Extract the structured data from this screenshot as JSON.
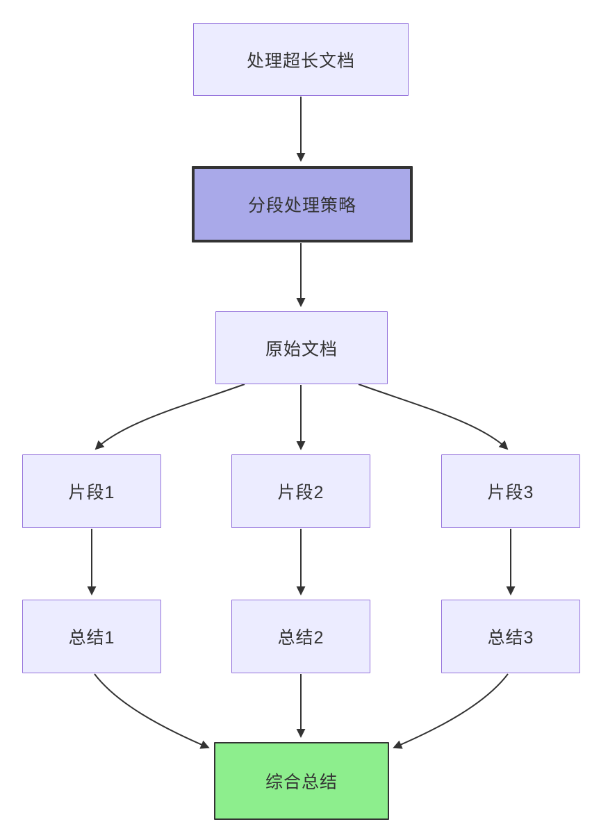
{
  "diagram": {
    "type": "flowchart",
    "direction": "top-down",
    "nodes": {
      "process_long_doc": {
        "label": "处理超长文档"
      },
      "strategy": {
        "label": "分段处理策略"
      },
      "original_doc": {
        "label": "原始文档"
      },
      "fragment1": {
        "label": "片段1"
      },
      "fragment2": {
        "label": "片段2"
      },
      "fragment3": {
        "label": "片段3"
      },
      "summary1": {
        "label": "总结1"
      },
      "summary2": {
        "label": "总结2"
      },
      "summary3": {
        "label": "总结3"
      },
      "final_summary": {
        "label": "综合总结"
      }
    },
    "edges": [
      {
        "from": "process_long_doc",
        "to": "strategy"
      },
      {
        "from": "strategy",
        "to": "original_doc"
      },
      {
        "from": "original_doc",
        "to": "fragment1"
      },
      {
        "from": "original_doc",
        "to": "fragment2"
      },
      {
        "from": "original_doc",
        "to": "fragment3"
      },
      {
        "from": "fragment1",
        "to": "summary1"
      },
      {
        "from": "fragment2",
        "to": "summary2"
      },
      {
        "from": "fragment3",
        "to": "summary3"
      },
      {
        "from": "summary1",
        "to": "final_summary"
      },
      {
        "from": "summary2",
        "to": "final_summary"
      },
      {
        "from": "summary3",
        "to": "final_summary"
      }
    ],
    "colors": {
      "node_fill": "#ECECFF",
      "node_border": "#9370DB",
      "strategy_fill": "#A9A9E9",
      "strategy_border": "#333333",
      "final_fill": "#8DEE8D",
      "final_border": "#333333",
      "arrow": "#333333",
      "text": "#333333",
      "background": "#FFFFFF"
    }
  }
}
